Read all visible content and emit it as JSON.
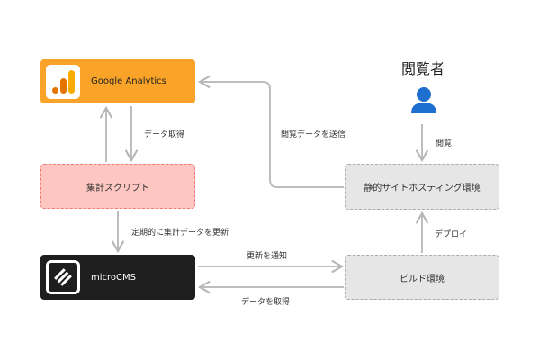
{
  "nodes": {
    "google_analytics": {
      "label": "Google Analytics",
      "color": "#F9A429"
    },
    "aggregation_script": {
      "label": "集計スクリプト",
      "color": "#FDC6C1",
      "border_color": "#F0766E"
    },
    "microcms": {
      "label": "microCMS",
      "color": "#1E1E1E"
    },
    "static_hosting": {
      "label": "静的サイトホスティング環境",
      "color": "#E6E6E6"
    },
    "build_env": {
      "label": "ビルド環境",
      "color": "#E6E6E6"
    },
    "viewer": {
      "label": "閲覧者",
      "icon": "person-icon",
      "icon_color": "#1E6FD0"
    }
  },
  "edges": {
    "ga_to_script": {
      "label": "データ取得"
    },
    "script_to_cms": {
      "label": "定期的に集計データを更新"
    },
    "cms_to_build": {
      "label": "更新を通知"
    },
    "build_to_cms": {
      "label": "データを取得"
    },
    "build_to_hosting": {
      "label": "デプロイ"
    },
    "viewer_to_hosting": {
      "label": "閲覧"
    },
    "hosting_to_ga": {
      "label": "閲覧データを送信"
    }
  }
}
